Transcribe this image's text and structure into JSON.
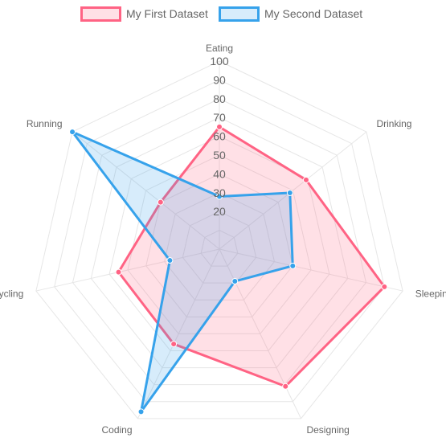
{
  "chart_data": {
    "type": "radar",
    "labels": [
      "Eating",
      "Drinking",
      "Sleeping",
      "Designing",
      "Coding",
      "Cycling",
      "Running"
    ],
    "ticks": [
      20,
      30,
      40,
      50,
      60,
      70,
      80,
      90,
      100
    ],
    "rlim": [
      0,
      100
    ],
    "legend_position": "top",
    "series": [
      {
        "name": "My First Dataset",
        "values": [
          65,
          59,
          90,
          81,
          56,
          55,
          40
        ],
        "border_color": "#ff6384",
        "fill_color": "rgba(255, 99, 132, 0.2)"
      },
      {
        "name": "My Second Dataset",
        "values": [
          28,
          48,
          40,
          19,
          96,
          27,
          100
        ],
        "border_color": "#36a2eb",
        "fill_color": "rgba(54, 162, 235, 0.2)"
      }
    ]
  }
}
